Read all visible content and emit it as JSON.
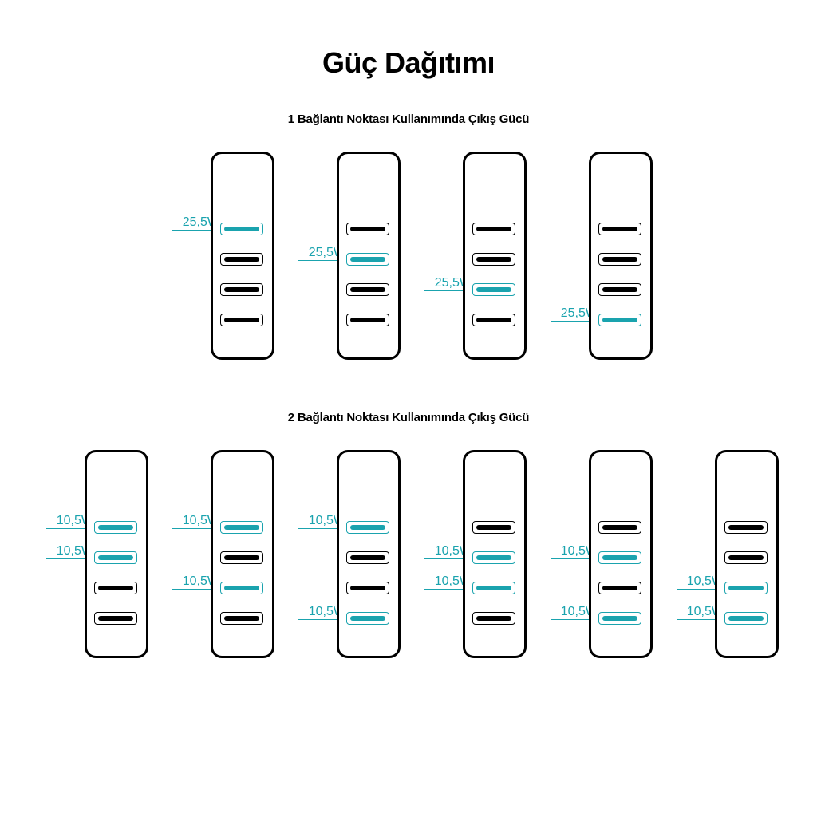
{
  "title": "Güç Dağıtımı",
  "sections": [
    {
      "subtitle": "1 Bağlantı Noktası Kullanımında Çıkış Gücü",
      "watt": "25,5W",
      "configs": [
        [
          0
        ],
        [
          1
        ],
        [
          2
        ],
        [
          3
        ]
      ]
    },
    {
      "subtitle": "2 Bağlantı Noktası Kullanımında Çıkış Gücü",
      "watt": "10,5W",
      "configs": [
        [
          0,
          1
        ],
        [
          0,
          2
        ],
        [
          0,
          3
        ],
        [
          1,
          2
        ],
        [
          1,
          3
        ],
        [
          2,
          3
        ]
      ]
    }
  ],
  "colors": {
    "active": "#1aa3ae",
    "inactive": "#000000"
  },
  "ports_per_device": 4
}
